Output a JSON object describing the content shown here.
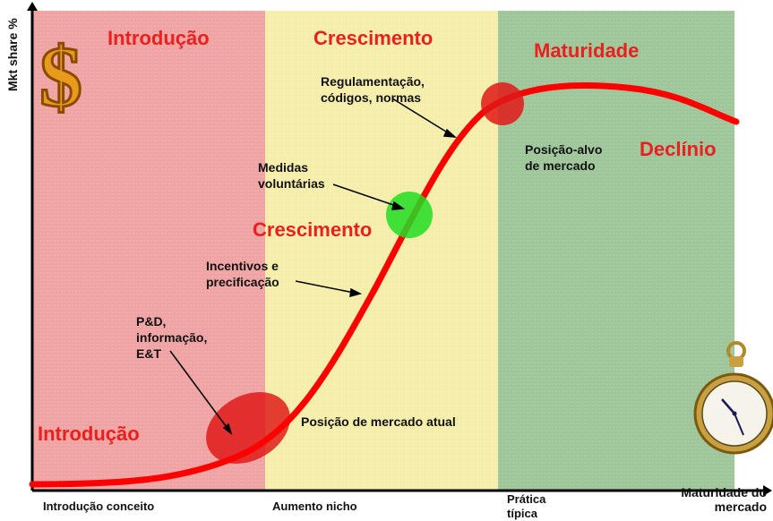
{
  "axes": {
    "y_label": "Mkt share %",
    "x_ticks": [
      "Introdução conceito",
      "Aumento nicho",
      "Prática típica",
      "Maturidade do mercado"
    ]
  },
  "phases": {
    "top": [
      "Introdução",
      "Crescimento",
      "Maturidade"
    ],
    "right": "Declínio",
    "middle": "Crescimento",
    "bottom": "Introdução"
  },
  "notes": {
    "pd": [
      "P&D,",
      "informação,",
      "E&T"
    ],
    "incentivos": [
      "Incentivos e",
      "precificação"
    ],
    "medidas": [
      "Medidas",
      "voluntárias"
    ],
    "regulamentacao": [
      "Regulamentação,",
      "códigos, normas"
    ],
    "posicao_alvo": [
      "Posição-alvo",
      "de mercado"
    ],
    "posicao_atual": "Posição de mercado atual"
  },
  "icons": [
    "dollar-icon",
    "pocket-watch-icon"
  ],
  "colors": {
    "introducao": "#f0a3a3",
    "crescimento": "#f5eeaa",
    "maturidade": "#9fc59a",
    "curve": "#ff0000",
    "title_red": "#e8201e",
    "green_marker": "#22dd22"
  }
}
